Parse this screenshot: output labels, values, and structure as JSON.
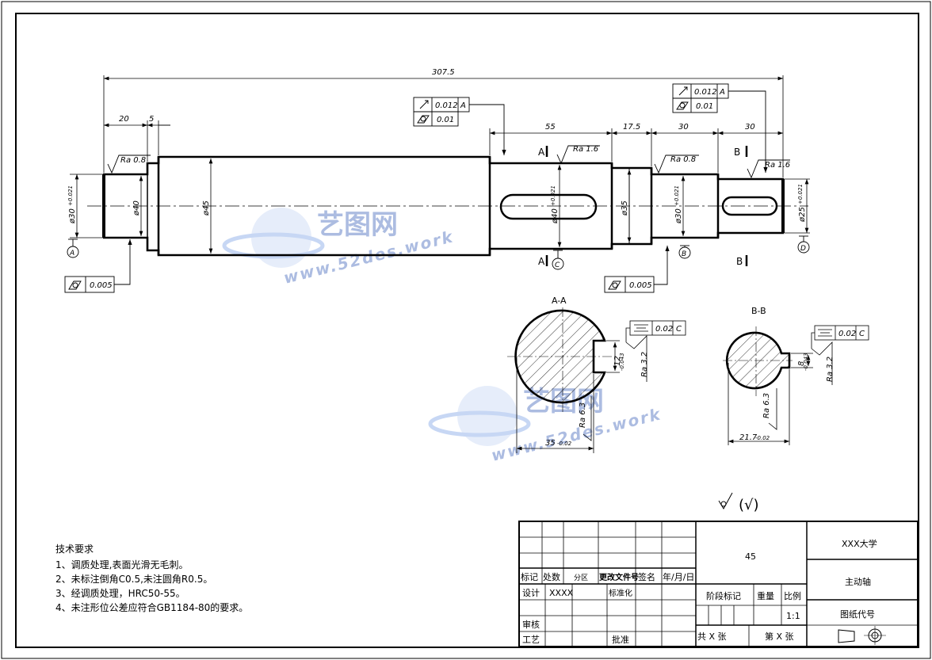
{
  "dimensions": {
    "overall_length": "307.5",
    "seg_20": "20",
    "seg_5": "5",
    "seg_55": "55",
    "seg_17_5": "17.5",
    "seg_30a": "30",
    "seg_30b": "30",
    "dia_30_left": "ø30",
    "dia_30_left_tol": "+0.021",
    "dia_40": "ø40",
    "dia_45": "ø45",
    "dia_40_key": "ø40",
    "dia_40_key_tol": "+0.021",
    "dia_35": "ø35",
    "dia_30_right": "ø30",
    "dia_30_right_tol": "+0.021",
    "dia_25": "ø25",
    "dia_25_tol": "+0.021"
  },
  "roughness": {
    "ra_0_8_left": "Ra 0.8",
    "ra_1_6_mid": "Ra 1.6",
    "ra_0_8_right": "Ra 0.8",
    "ra_1_6_right": "Ra 1.6",
    "ra_3_2_aa": "Ra 3.2",
    "ra_6_3_aa": "Ra 6.3",
    "ra_3_2_bb": "Ra 3.2",
    "ra_6_3_bb": "Ra 6.3"
  },
  "tolerance_frames": {
    "mid_runout": "0.012",
    "mid_runout_datum": "A",
    "mid_cyl": "0.01",
    "right_runout": "0.012",
    "right_runout_datum": "A",
    "right_cyl": "0.01",
    "left_cyl": "0.005",
    "right2_cyl": "0.005",
    "aa_sym": "0.02",
    "aa_sym_datum": "C",
    "bb_sym": "0.02",
    "bb_sym_datum": "C"
  },
  "datums": {
    "a_left": "A",
    "c_mid": "C",
    "b_right": "B",
    "d_far_right": "D"
  },
  "section_marks": {
    "a_top": "A",
    "a_bottom": "A",
    "b_top": "B",
    "b_bottom": "B"
  },
  "sections": {
    "aa_title": "A-A",
    "aa_width": "35",
    "aa_width_tol": "-0.02",
    "aa_key": "12",
    "aa_key_tol": "-0.043",
    "bb_title": "B-B",
    "bb_width": "21.7",
    "bb_width_tol": "-0.02",
    "bb_key": "8",
    "bb_key_tol": "-0.043"
  },
  "general_roughness": "(√)",
  "tech_requirements": {
    "title": "技术要求",
    "items": [
      "1、调质处理,表面光滑无毛刺。",
      "2、未标注倒角C0.5,未注圆角R0.5。",
      "3、经调质处理，HRC50-55。",
      "4、未注形位公差应符合GB1184-80的要求。"
    ]
  },
  "title_block": {
    "col_mark": "标记",
    "col_count": "处数",
    "col_zone": "分区",
    "col_doc": "更改文件号",
    "col_sign": "签名",
    "col_date": "年/月/日",
    "design": "设计",
    "designer": "XXXX",
    "standardize": "标准化",
    "review": "审核",
    "process": "工艺",
    "approve": "批准",
    "material": "45",
    "stage_mark": "阶段标记",
    "weight": "重量",
    "scale": "比例",
    "scale_value": "1:1",
    "total_sheets": "共 X 张",
    "sheet_no": "第 X 张",
    "school": "XXX大学",
    "part_name": "主动轴",
    "drawing_no": "图纸代号"
  },
  "watermark": {
    "brand": "艺图网",
    "url": "www.52des.work"
  }
}
